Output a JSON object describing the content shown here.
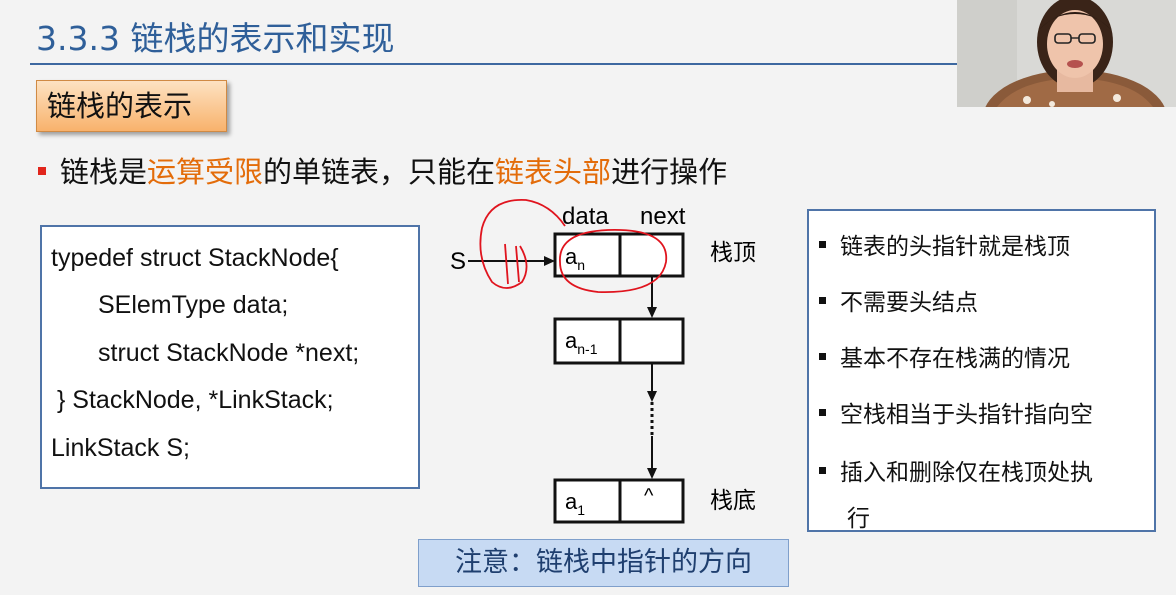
{
  "slide": {
    "title": "3.3.3 链栈的表示和实现",
    "section": "链栈的表示",
    "bullet": {
      "part1": "链栈是",
      "highlight1": "运算受限",
      "part2": "的单链表，只能在",
      "highlight2": "链表头部",
      "part3": "进行操作"
    },
    "code": [
      "typedef  struct StackNode{",
      "SElemType  data;",
      "struct StackNode *next;",
      "} StackNode,  *LinkStack;",
      "LinkStack S;"
    ],
    "diagram": {
      "col_data": "data",
      "col_next": "next",
      "pointer": "S",
      "top_label": "栈顶",
      "bottom_label": "栈底",
      "nodes": [
        {
          "base": "a",
          "sub": "n",
          "next": ""
        },
        {
          "base": "a",
          "sub": "n-1",
          "next": ""
        },
        {
          "base": "a",
          "sub": "1",
          "next": "^"
        }
      ]
    },
    "notes": [
      "链表的头指针就是栈顶",
      "不需要头结点",
      "基本不存在栈满的情况",
      "空栈相当于头指针指向空",
      "插入和删除仅在栈顶处执",
      "行"
    ],
    "attention": "注意：链栈中指针的方向"
  },
  "colors": {
    "title": "#2f5f99",
    "highlight": "#e36c0a",
    "bullet_square": "#e1251b",
    "annotation": "#e0141e",
    "box_border": "#4f74a8"
  }
}
